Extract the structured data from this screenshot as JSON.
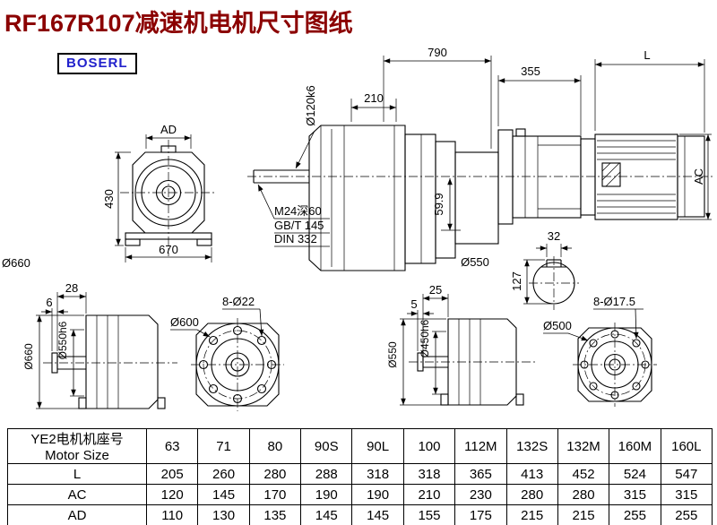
{
  "title": "RF167R107减速机电机尺寸图纸",
  "logo": "BOSERL",
  "colors": {
    "title_red": "#8B0000",
    "logo_blue": "#2222CC",
    "line": "#000000"
  },
  "drawings": {
    "front_view": {
      "ad": "AD",
      "h430": "430",
      "w670": "670",
      "d660": "Ø660"
    },
    "side_view": {
      "len790": "790",
      "len210": "210",
      "shaft_dia": "Ø120k6",
      "tap": "M24深60",
      "std1": "GB/T 145",
      "std2": "DIN 332",
      "h599": "59.9",
      "d550": "Ø550"
    },
    "motor": {
      "len355": "355",
      "len_l": "L",
      "ac": "AC"
    },
    "shaft_section": {
      "key_w": "32",
      "h127": "127"
    },
    "rear_view_1": {
      "len28": "28",
      "len6": "6",
      "d660": "Ø660",
      "d550h6": "Ø550h6"
    },
    "flange_1": {
      "d600": "Ø600",
      "holes": "8-Ø22"
    },
    "rear_view_2": {
      "len25": "25",
      "len5": "5",
      "d550": "Ø550",
      "d450h6": "Ø450h6"
    },
    "flange_2": {
      "d500": "Ø500",
      "holes": "8-Ø17.5"
    }
  },
  "table": {
    "header_cn": "YE2电机机座号",
    "header_en": "Motor Size",
    "sizes": [
      "63",
      "71",
      "80",
      "90S",
      "90L",
      "100",
      "112M",
      "132S",
      "132M",
      "160M",
      "160L"
    ],
    "rows": [
      {
        "label": "L",
        "values": [
          "205",
          "260",
          "280",
          "288",
          "318",
          "318",
          "365",
          "413",
          "452",
          "524",
          "547"
        ]
      },
      {
        "label": "AC",
        "values": [
          "120",
          "145",
          "170",
          "190",
          "190",
          "210",
          "230",
          "280",
          "280",
          "315",
          "315"
        ]
      },
      {
        "label": "AD",
        "values": [
          "110",
          "130",
          "135",
          "145",
          "145",
          "155",
          "175",
          "215",
          "215",
          "255",
          "255"
        ]
      }
    ]
  }
}
